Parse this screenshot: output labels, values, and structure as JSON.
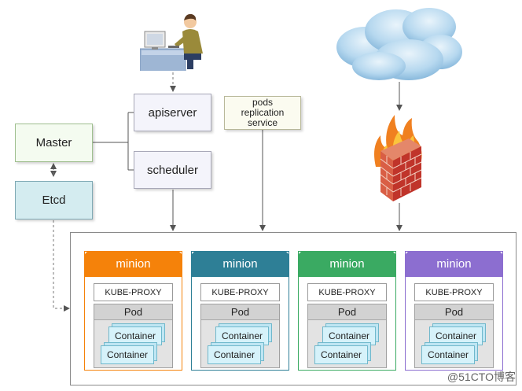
{
  "master": {
    "label": "Master"
  },
  "etcd": {
    "label": "Etcd"
  },
  "apiserver": {
    "label": "apiserver"
  },
  "scheduler": {
    "label": "scheduler"
  },
  "pods_box": {
    "lines": [
      "pods",
      "replication",
      "service"
    ]
  },
  "minions": [
    {
      "title": "minion",
      "color": "#f5820a",
      "proxy": "KUBE-PROXY",
      "pod": "Pod",
      "containers": [
        "Container",
        "Container"
      ]
    },
    {
      "title": "minion",
      "color": "#2e7f96",
      "proxy": "KUBE-PROXY",
      "pod": "Pod",
      "containers": [
        "Container",
        "Container"
      ]
    },
    {
      "title": "minion",
      "color": "#3aaa62",
      "proxy": "KUBE-PROXY",
      "pod": "Pod",
      "containers": [
        "Container",
        "Container"
      ]
    },
    {
      "title": "minion",
      "color": "#8c6ed0",
      "proxy": "KUBE-PROXY",
      "pod": "Pod",
      "containers": [
        "Container",
        "Container"
      ]
    }
  ],
  "icons": [
    "user-at-computer-icon",
    "cloud-icon",
    "firewall-icon"
  ],
  "watermark": "@51CTO博客"
}
